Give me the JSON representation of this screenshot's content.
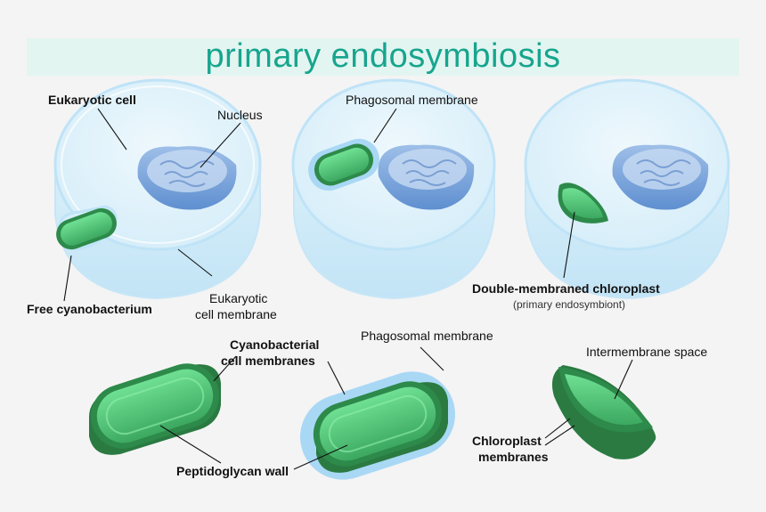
{
  "title": "primary endosymbiosis",
  "labels": {
    "eukaryotic_cell": "Eukaryotic cell",
    "nucleus": "Nucleus",
    "free_cyanobacterium": "Free cyanobacterium",
    "eukaryotic_cell_membrane_1": "Eukaryotic",
    "eukaryotic_cell_membrane_2": "cell membrane",
    "phagosomal_membrane_top": "Phagosomal membrane",
    "double_membraned_chloroplast": "Double-membraned chloroplast",
    "primary_endosymbiont": "(primary endosymbiont)",
    "cyanobacterial_cell_membranes_1": "Cyanobacterial",
    "cyanobacterial_cell_membranes_2": "cell membranes",
    "phagosomal_membrane_bottom": "Phagosomal membrane",
    "peptidoglycan_wall": "Peptidoglycan wall",
    "intermembrane_space": "Intermembrane space",
    "chloroplast_membranes_1": "Chloroplast",
    "chloroplast_membranes_2": "membranes"
  },
  "colors": {
    "title": "#17a58e",
    "title_band": "#e3f5f1",
    "cell_fill": "#e6f4fb",
    "cell_edge": "#bfe3f7",
    "nucleus": "#7fa8db",
    "bacterium_outer": "#2d8a4a",
    "bacterium_inner": "#5ccf7f",
    "phagosome": "#a9d8f5"
  }
}
